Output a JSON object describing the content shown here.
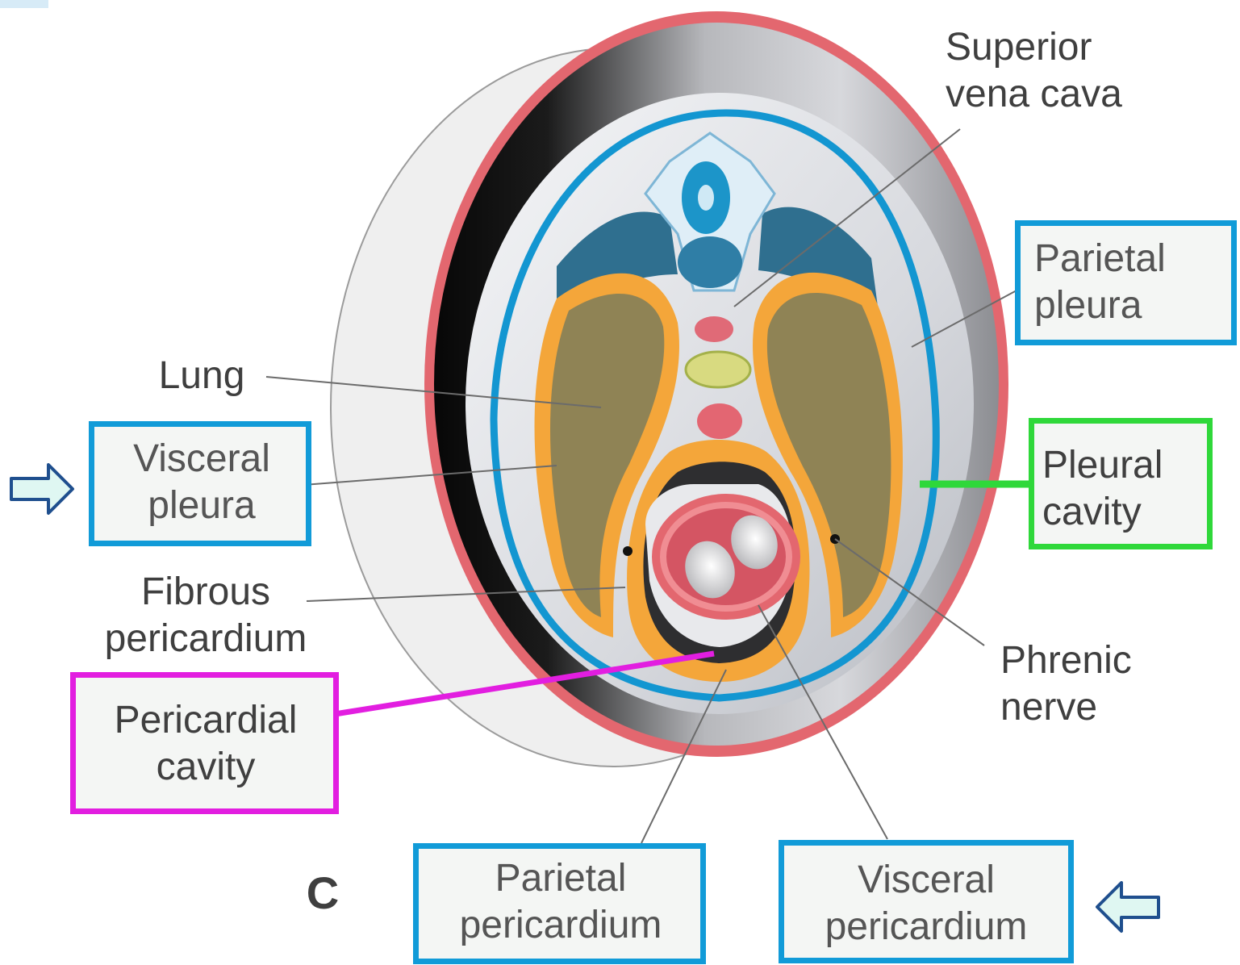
{
  "labels": {
    "superior_vena_cava": [
      "Superior",
      "vena cava"
    ],
    "parietal_pleura": [
      "Parietal",
      "pleura"
    ],
    "lung": "Lung",
    "visceral_pleura": [
      "Visceral",
      "pleura"
    ],
    "pleural_cavity": [
      "Pleural",
      "cavity"
    ],
    "fibrous_pericardium": [
      "Fibrous",
      "pericardium"
    ],
    "phrenic_nerve": [
      "Phrenic",
      "nerve"
    ],
    "pericardial_cavity": [
      "Pericardial",
      "cavity"
    ],
    "panel_letter": "C",
    "parietal_pericardium": [
      "Parietal",
      "pericardium"
    ],
    "visceral_pericardium": [
      "Visceral",
      "pericardium"
    ]
  },
  "colors": {
    "highlight_blue": "#119bd8",
    "highlight_green": "#2fd83a",
    "highlight_magenta": "#e21ee0",
    "outer_body_wall": "#e3676f",
    "pleura_line": "#1396d1",
    "serous_membrane": "#f4a63a",
    "lung_tissue": "#8f8355",
    "arrow_fill": "#dff7f2",
    "arrow_stroke": "#1f4f8e"
  },
  "icons": [
    "right-arrow-icon",
    "left-arrow-icon"
  ]
}
